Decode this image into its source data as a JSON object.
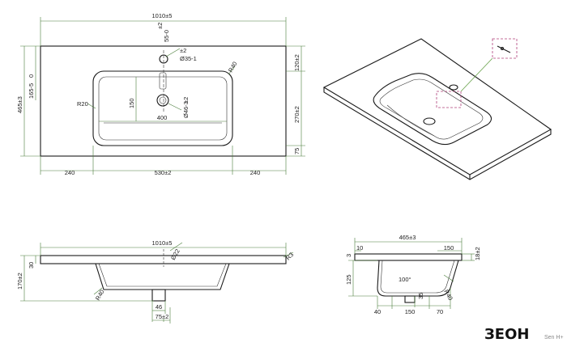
{
  "top_view": {
    "dims": {
      "overall_width": "1010±5",
      "hole_offset": "55-0",
      "hole_offset_tol": "±2",
      "hole_label": "Ø35-1",
      "corner_radius": "R40",
      "inner_radius": "R20",
      "height_top": "120±2",
      "height_mid": "270±2",
      "height_bot": "75",
      "overall_height": "465±3",
      "left_small_a": "0",
      "left_small_b": "165-5",
      "bowl_depth": "150",
      "bowl_width": "400",
      "drain_label": "Ø46-3",
      "drain_tol": "±2",
      "margin_left": "240",
      "bowl_span": "530±2",
      "margin_right": "240"
    }
  },
  "front_view": {
    "dims": {
      "overall_width": "1010±5",
      "hole": "Ø22",
      "edge_radius": "R3",
      "top_thk": "30",
      "total_height": "170±2",
      "bottom_radius": "R40",
      "drain_w": "46",
      "drain_offset": "75±2"
    }
  },
  "side_view": {
    "dims": {
      "overall_depth": "465±3",
      "front_lip": "10",
      "back_width": "150",
      "back_height": "18±2",
      "lip_thk": "3",
      "bowl_height": "125",
      "angle": "100°",
      "drain_off": "35",
      "radius": "R40",
      "bot_left": "40",
      "bot_mid": "150",
      "bot_right": "70"
    }
  },
  "brand": {
    "logo": "ЗЕОН",
    "sub": "Sen H+"
  }
}
